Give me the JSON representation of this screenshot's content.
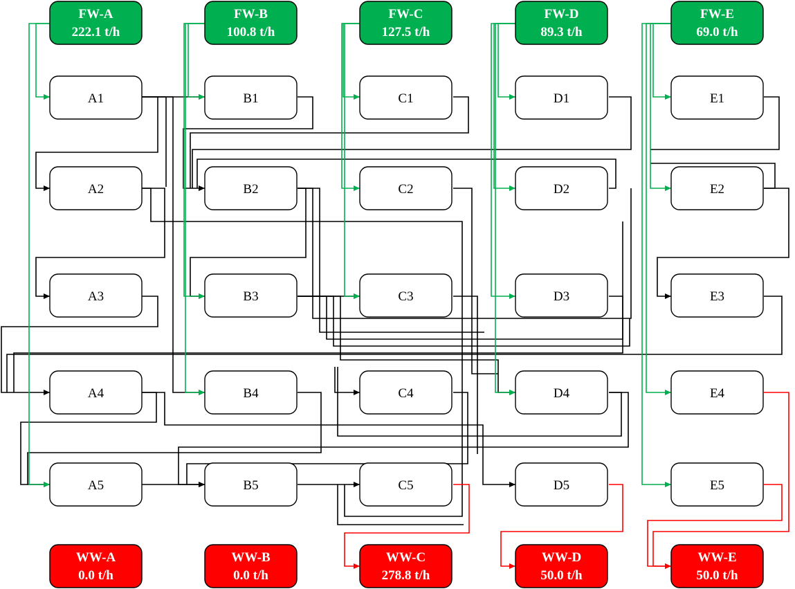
{
  "colors": {
    "fresh": "#00b050",
    "waste": "#ff0000",
    "link": "#000000",
    "fresh_line": "#00b050",
    "waste_line": "#ff0000"
  },
  "fresh_sources": [
    {
      "id": "FW-A",
      "label": "FW-A",
      "flow": "222.1 t/h"
    },
    {
      "id": "FW-B",
      "label": "FW-B",
      "flow": "100.8 t/h"
    },
    {
      "id": "FW-C",
      "label": "FW-C",
      "flow": "127.5 t/h"
    },
    {
      "id": "FW-D",
      "label": "FW-D",
      "flow": "89.3 t/h"
    },
    {
      "id": "FW-E",
      "label": "FW-E",
      "flow": "69.0 t/h"
    }
  ],
  "units": [
    [
      "A1",
      "A2",
      "A3",
      "A4",
      "A5"
    ],
    [
      "B1",
      "B2",
      "B3",
      "B4",
      "B5"
    ],
    [
      "C1",
      "C2",
      "C3",
      "C4",
      "C5"
    ],
    [
      "D1",
      "D2",
      "D3",
      "D4",
      "D5"
    ],
    [
      "E1",
      "E2",
      "E3",
      "E4",
      "E5"
    ]
  ],
  "waste_sinks": [
    {
      "id": "WW-A",
      "label": "WW-A",
      "flow": "0.0 t/h"
    },
    {
      "id": "WW-B",
      "label": "WW-B",
      "flow": "0.0 t/h"
    },
    {
      "id": "WW-C",
      "label": "WW-C",
      "flow": "278.8 t/h"
    },
    {
      "id": "WW-D",
      "label": "WW-D",
      "flow": "50.0 t/h"
    },
    {
      "id": "WW-E",
      "label": "WW-E",
      "flow": "50.0 t/h"
    }
  ]
}
